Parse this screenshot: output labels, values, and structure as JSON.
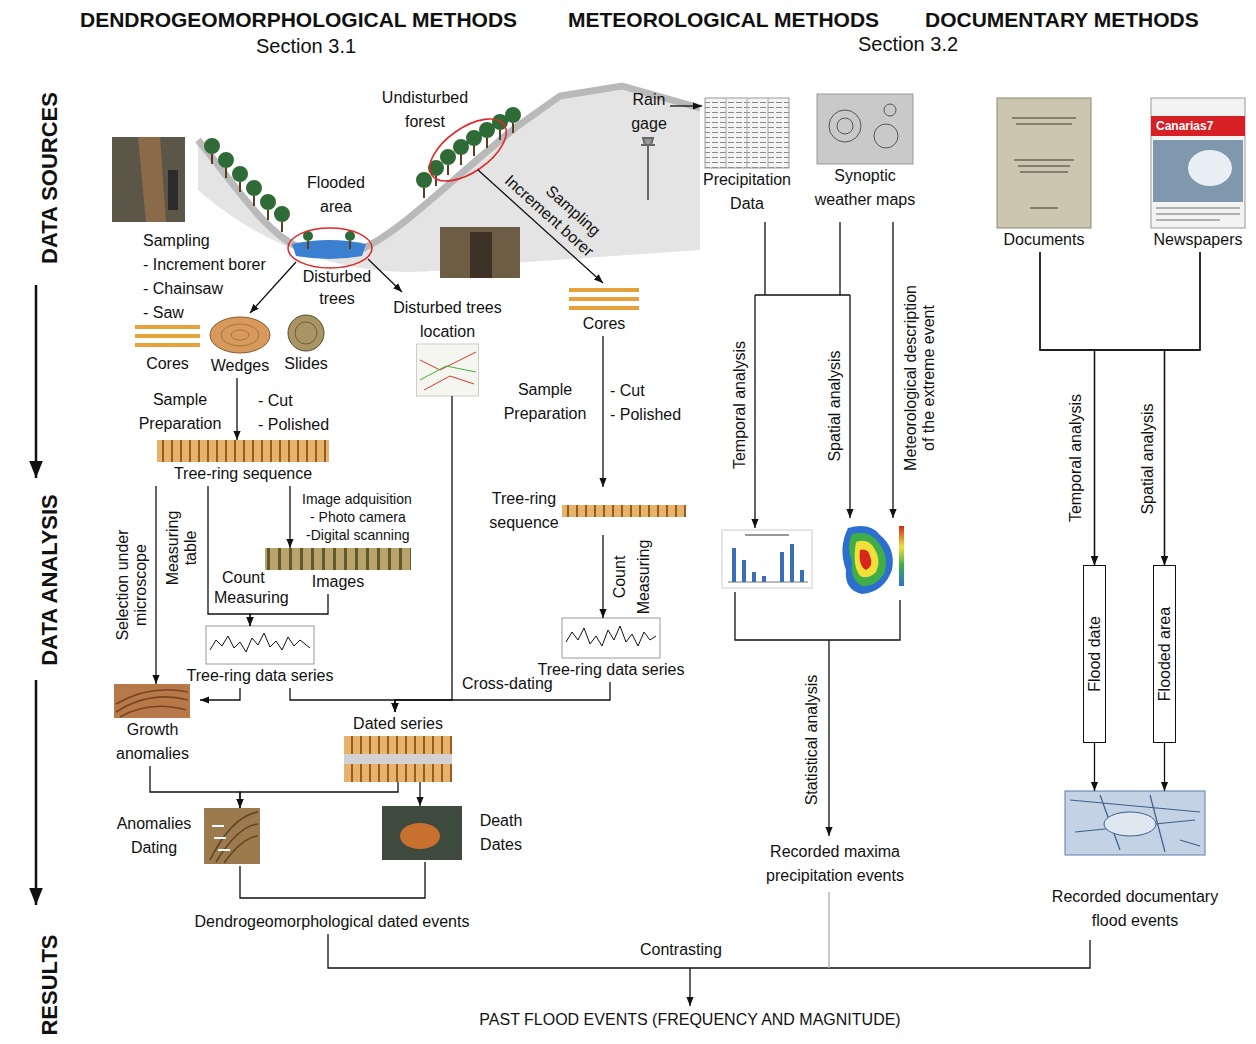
{
  "diagram": {
    "nodes": [
      {
        "text": [
          "Cores"
        ]
      },
      {
        "text": [
          "Wedges"
        ]
      },
      {
        "text": [
          "Slides"
        ]
      },
      {
        "text": [
          "Tree-ring sequence"
        ]
      },
      {
        "text": [
          "Images"
        ]
      },
      {
        "text": [
          "Tree-ring data series"
        ]
      },
      {
        "text": [
          "Growth anomalies"
        ]
      },
      {
        "text": [
          "Dated series"
        ]
      },
      {
        "text": [
          "Anomalies Dating"
        ]
      },
      {
        "text": [
          "Death Dates"
        ]
      },
      {
        "text": [
          "Cores"
        ]
      },
      {
        "text": [
          "Tree-ring sequence"
        ]
      },
      {
        "text": [
          "Tree-ring data series"
        ]
      },
      {
        "text": [
          "Precipitation Data"
        ]
      },
      {
        "text": [
          "Synoptic weather maps"
        ]
      },
      {
        "text": [
          "Documents"
        ]
      },
      {
        "text": [
          "Newspapers"
        ]
      },
      {
        "text": [
          "Flood date"
        ]
      },
      {
        "text": [
          "Flooded area"
        ]
      },
      {
        "text": [
          "Recorded documentary flood events"
        ]
      },
      {
        "text": [
          "Disturbed trees location"
        ]
      }
    ],
    "edges": [
      {
        "from": 1,
        "to": 3,
        "arrow": "to"
      },
      {
        "from": 3,
        "to": 4,
        "arrow": "to"
      },
      {
        "from": 3,
        "to": 6,
        "arrow": "to"
      },
      {
        "from": 3,
        "to": 5,
        "arrow": "to"
      },
      {
        "from": 4,
        "to": 5,
        "arrow": "to"
      },
      {
        "from": 5,
        "to": 6,
        "arrow": "to"
      },
      {
        "from": 5,
        "to": 7,
        "arrow": "to"
      },
      {
        "from": 12,
        "to": 7,
        "arrow": "to"
      },
      {
        "from": 20,
        "to": 7,
        "arrow": "to"
      },
      {
        "from": 6,
        "to": 8,
        "arrow": "to"
      },
      {
        "from": 7,
        "to": 8,
        "arrow": "to"
      },
      {
        "from": 7,
        "to": 9,
        "arrow": "to"
      },
      {
        "from": 10,
        "to": 11,
        "arrow": "to"
      },
      {
        "from": 11,
        "to": 12,
        "arrow": "to"
      },
      {
        "from": 15,
        "to": 17,
        "arrow": "to"
      },
      {
        "from": 15,
        "to": 18,
        "arrow": "to"
      },
      {
        "from": 16,
        "to": 17,
        "arrow": "to"
      },
      {
        "from": 16,
        "to": 18,
        "arrow": "to"
      },
      {
        "from": 17,
        "to": 19,
        "arrow": "to"
      },
      {
        "from": 18,
        "to": 19,
        "arrow": "to"
      }
    ],
    "labels": [
      "DENDROGEOMORPHOLOGICAL METHODS",
      "Section 3.1",
      "METEOROLOGICAL METHODS",
      "Section 3.2",
      "DOCUMENTARY METHODS",
      "DATA SOURCES",
      "DATA ANALYSIS",
      "RESULTS",
      "Undisturbed forest",
      "Rain gage",
      "Flooded area",
      "Sampling",
      "- Increment borer",
      "- Chainsaw",
      "- Saw",
      "Disturbed trees",
      "Sampling",
      "Increment borer",
      "Sample Preparation",
      "- Cut",
      "- Polished",
      "Image adquisition",
      "- Photo camera",
      "-Digital scanning",
      "Selection under microscope",
      "Measuring table",
      "Count",
      "Measuring",
      "Cross-dating",
      "Sample Preparation",
      "- Cut",
      "- Polished",
      "Count",
      "Measuring",
      "Temporal analysis",
      "Spatial analysis",
      "Meteorological description of the extreme event",
      "Statistical analysis",
      "Recorded maxima precipitation events",
      "Temporal analysis",
      "Spatial analysis",
      "Dendrogeomorphological dated events",
      "Contrasting",
      "PAST FLOOD EVENTS (FREQUENCY AND MAGNITUDE)",
      "Canarias7"
    ]
  }
}
